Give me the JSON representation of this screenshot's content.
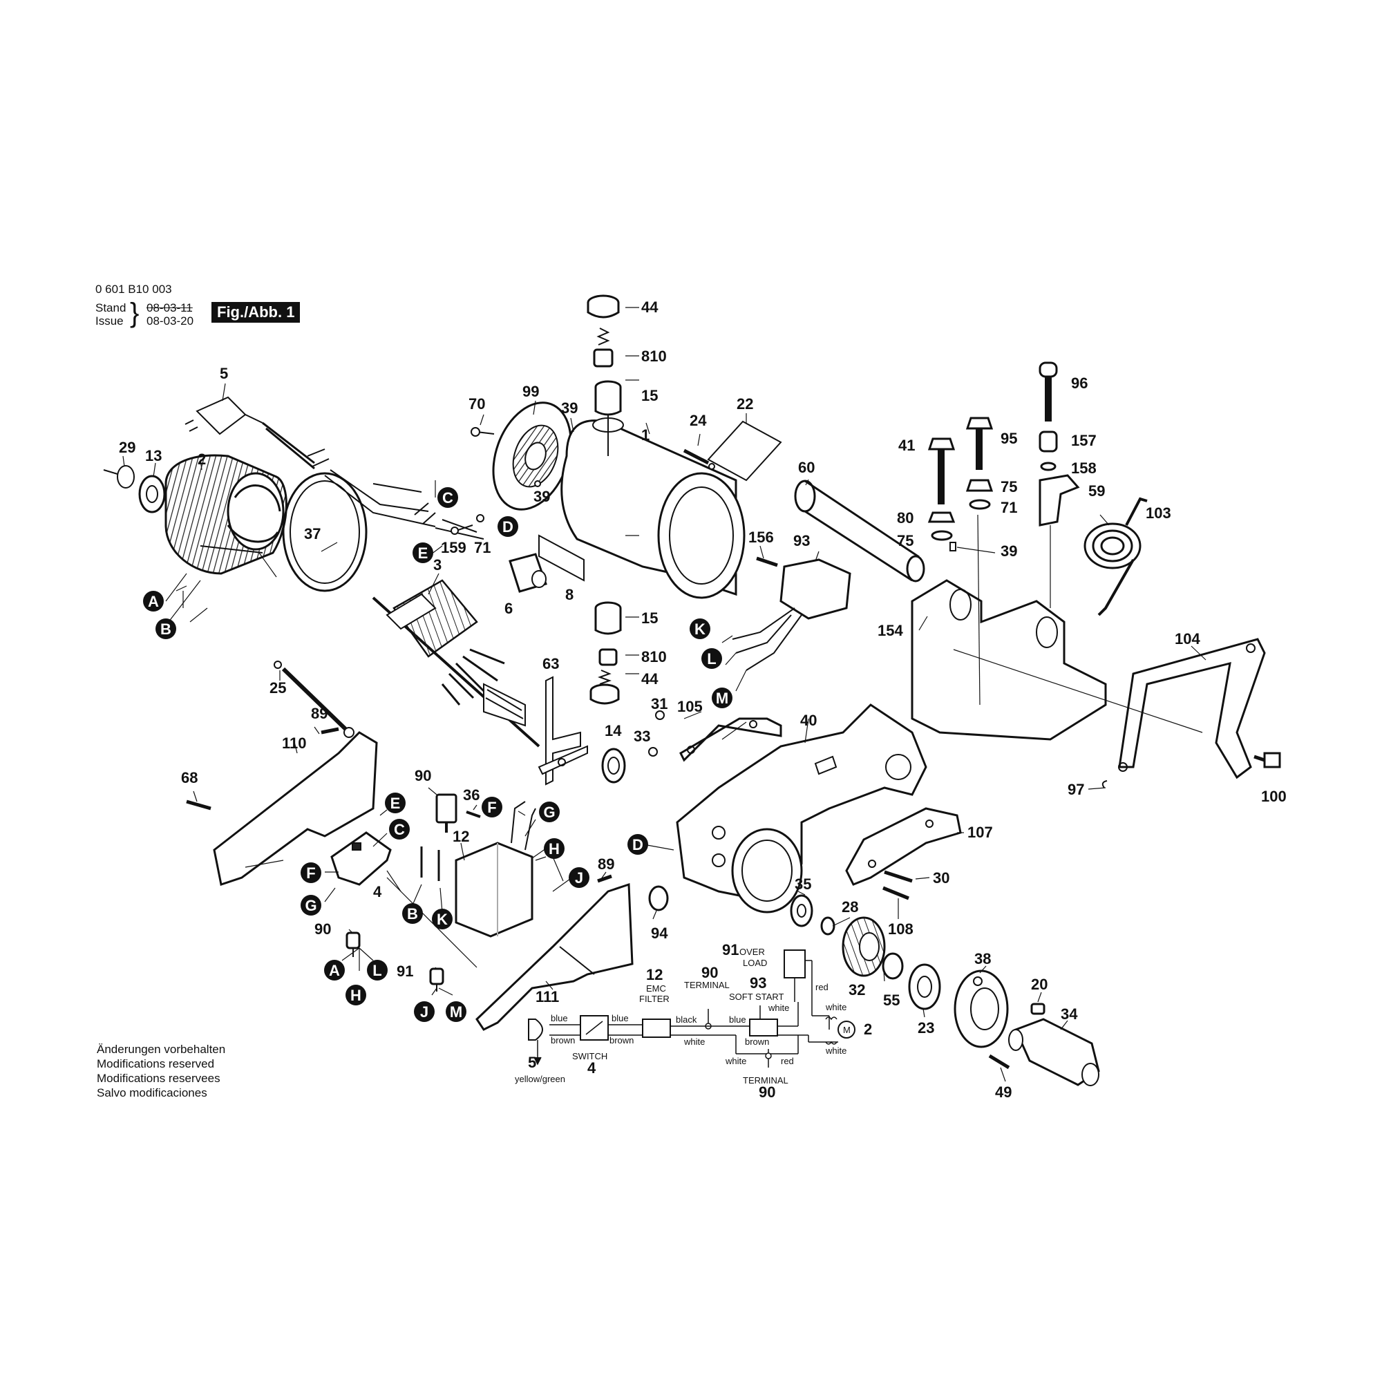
{
  "header": {
    "doc_number": "0 601 B10 003",
    "stand_label": "Stand",
    "issue_label": "Issue",
    "stand_date": "08-03-11",
    "issue_date": "08-03-20",
    "figure": "Fig./Abb. 1"
  },
  "footer_notes": [
    "Änderungen vorbehalten",
    "Modifications reserved",
    "Modifications reservees",
    "Salvo modificaciones"
  ],
  "part_numbers": [
    "1",
    "2",
    "3",
    "4",
    "5",
    "6",
    "8",
    "12",
    "13",
    "14",
    "15",
    "15",
    "20",
    "22",
    "23",
    "24",
    "25",
    "28",
    "29",
    "30",
    "31",
    "32",
    "33",
    "34",
    "35",
    "36",
    "37",
    "38",
    "39",
    "39",
    "39",
    "40",
    "41",
    "44",
    "44",
    "49",
    "55",
    "59",
    "60",
    "63",
    "68",
    "70",
    "71",
    "71",
    "75",
    "75",
    "80",
    "89",
    "89",
    "90",
    "90",
    "91",
    "93",
    "94",
    "95",
    "96",
    "97",
    "99",
    "100",
    "103",
    "104",
    "105",
    "107",
    "108",
    "110",
    "111",
    "154",
    "156",
    "157",
    "158",
    "159",
    "810",
    "810"
  ],
  "callout_letters": [
    "A",
    "B",
    "C",
    "D",
    "E",
    "F",
    "G",
    "H",
    "J",
    "K",
    "L",
    "M",
    "A",
    "B",
    "C",
    "D",
    "E",
    "F",
    "G",
    "H",
    "J",
    "K",
    "L",
    "M"
  ],
  "wiring": {
    "components": {
      "overload_num": "91",
      "overload": [
        "OVER",
        "LOAD"
      ],
      "emc_num": "12",
      "emc": [
        "EMC",
        "FILTER"
      ],
      "terminal_top_num": "90",
      "terminal_top": "TERMINAL",
      "soft_start_num": "93",
      "soft_start": "SOFT START",
      "switch": "SWITCH",
      "switch_num": "4",
      "plug_num": "5",
      "plug_ground": "yellow/green",
      "terminal_bottom": "TERMINAL",
      "terminal_bottom_num": "90",
      "motor_num": "2",
      "motor_symbol": "M"
    },
    "wire_colors": [
      "blue",
      "brown",
      "blue",
      "brown",
      "black",
      "white",
      "blue",
      "brown",
      "white",
      "white",
      "red",
      "white",
      "red",
      "white",
      "white"
    ]
  }
}
